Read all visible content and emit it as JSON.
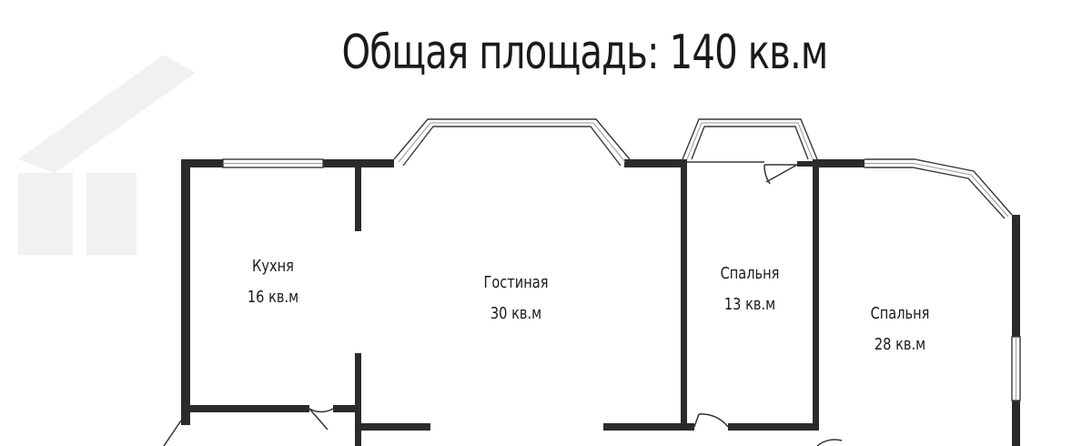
{
  "plan": {
    "title": "Общая площадь: 140 кв.м",
    "rooms": [
      {
        "name": "Кухня",
        "area": "16 кв.м"
      },
      {
        "name": "Гостиная",
        "area": "30 кв.м"
      },
      {
        "name": "Спальня",
        "area": "13 кв.м"
      },
      {
        "name": "Спальня",
        "area": "28 кв.м"
      }
    ]
  }
}
